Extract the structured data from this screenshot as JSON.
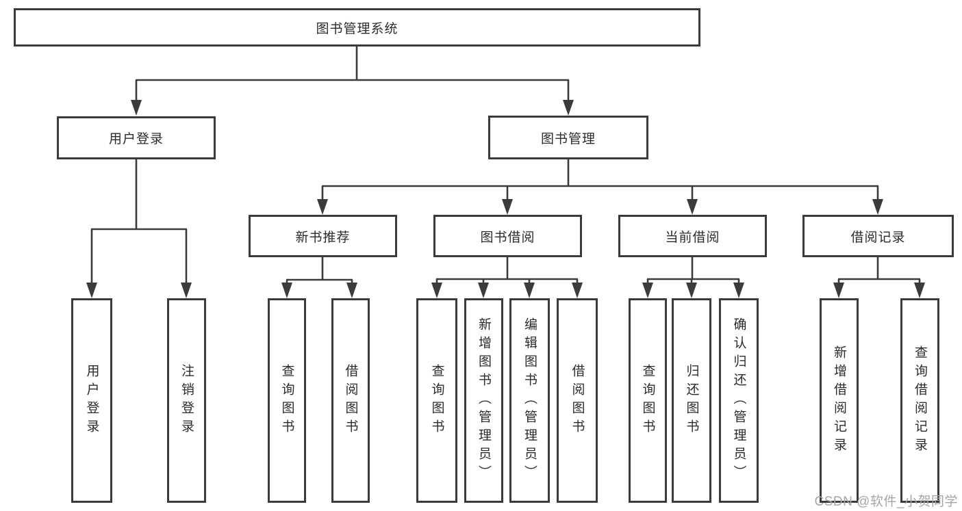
{
  "tree": {
    "root": {
      "label": "图书管理系统"
    },
    "branches": [
      {
        "label": "用户登录",
        "children": [
          "用户登录",
          "注销登录"
        ]
      },
      {
        "label": "图书管理",
        "groups": [
          {
            "label": "新书推荐",
            "children": [
              "查询图书",
              "借阅图书"
            ]
          },
          {
            "label": "图书借阅",
            "children": [
              "查询图书",
              "新增图书（管理员）",
              "编辑图书（管理员）",
              "借阅图书"
            ]
          },
          {
            "label": "当前借阅",
            "children": [
              "查询图书",
              "归还图书",
              "确认归还（管理员）"
            ]
          },
          {
            "label": "借阅记录",
            "children": [
              "新增借阅记录",
              "查询借阅记录"
            ]
          }
        ]
      }
    ]
  },
  "watermark": "CSDN @软件_小贺同学",
  "colors": {
    "line": "#3b3b3b",
    "box_border": "#3a3a3a",
    "box_background": "#ffffff",
    "text": "#2b2b2b",
    "watermark": "#a5a5a8"
  }
}
